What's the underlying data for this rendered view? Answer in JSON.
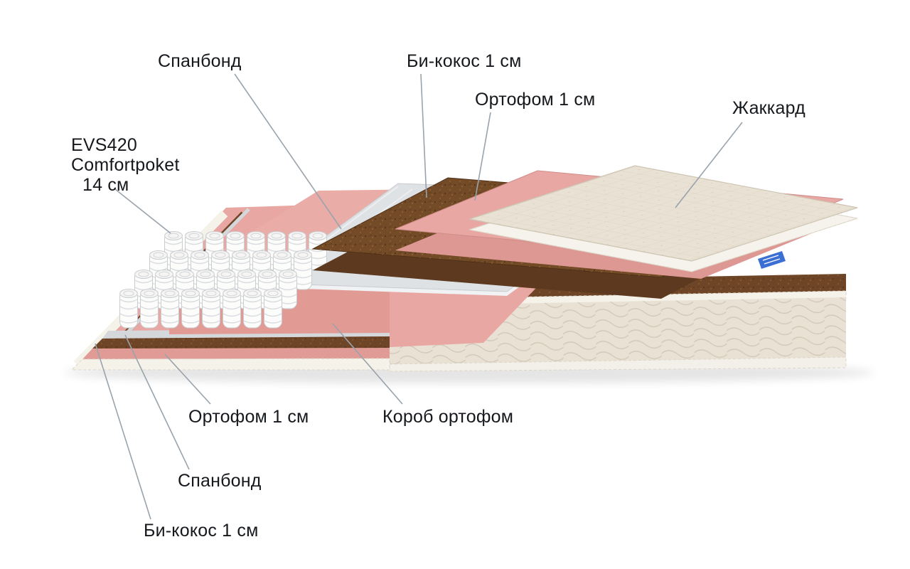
{
  "diagram": {
    "labels": {
      "spunbond_top": "Спанбонд",
      "bicocos_top": "Би-кокос 1 см",
      "orthofoam_top": "Ортофом 1 см",
      "jacquard": "Жаккард",
      "springs_l1": "EVS420",
      "springs_l2": "Comfortpoket",
      "springs_l3": "14 см",
      "orthofoam_bottom": "Ортофом 1 см",
      "korob": "Короб ортофом",
      "spunbond_bottom": "Спанбонд",
      "bicocos_bottom": "Би-кокос 1 см"
    },
    "colors": {
      "pink_foam": "#e8a7a3",
      "pink_foam_dark": "#dd9894",
      "pink_foam_light": "#eaaca7",
      "coir_brown": "#744b27",
      "coir_brown_dark": "#5d3a1f",
      "fabric_cream": "#e9e1d4",
      "piping_white": "#f5f2ea",
      "spunbond_gray": "#dfe2e4",
      "spring_white": "#fcfcfb",
      "label_line": "#9aa3ab",
      "text": "#15181c",
      "tag_blue": "#3b6fd4"
    }
  }
}
